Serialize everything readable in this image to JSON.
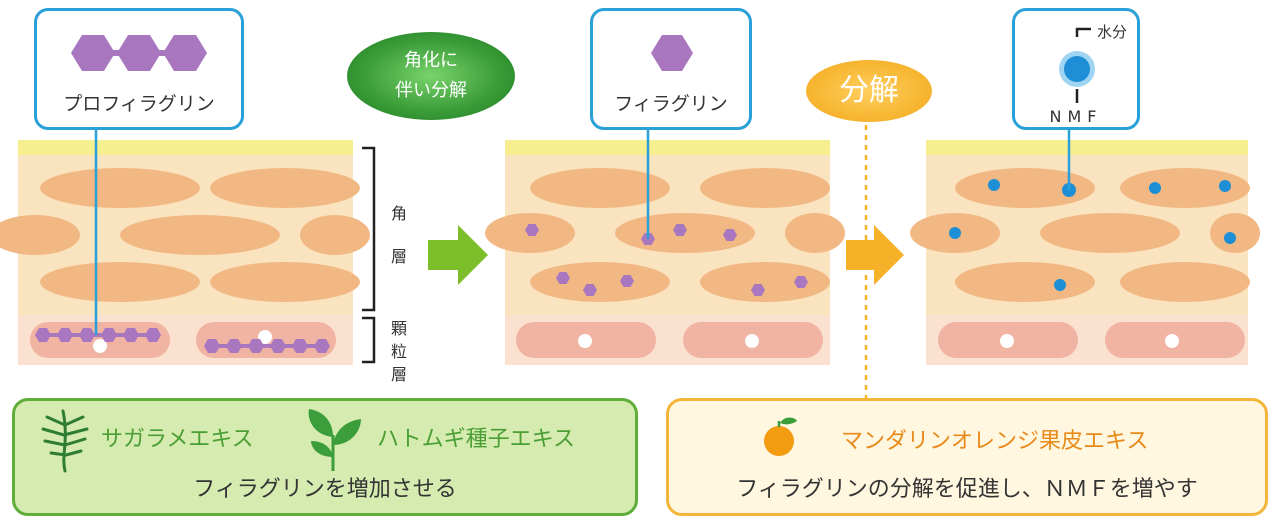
{
  "stage1": {
    "callout_label": "プロフィラグリン"
  },
  "stage2": {
    "callout_label": "フィラグリン"
  },
  "stage3": {
    "water_label": "水分",
    "nmf_label": "NMF"
  },
  "bubble_keratinization": {
    "line1": "角化に",
    "line2": "伴い分解"
  },
  "bubble_decomposition": {
    "label": "分解"
  },
  "layer_labels": {
    "stratum_corneum": [
      "角",
      "層"
    ],
    "granular_layer": [
      "顆",
      "粒",
      "層"
    ]
  },
  "green_panel": {
    "ingredient_1": "サガラメエキス",
    "ingredient_2": "ハトムギ種子エキス",
    "effect": "フィラグリンを増加させる",
    "icon_1": "seaweed-icon",
    "icon_2": "leaf-sprout-icon"
  },
  "orange_panel": {
    "ingredient": "マンダリンオレンジ果皮エキス",
    "effect": "フィラグリンの分解を促進し、ＮＭＦを増やす",
    "icon": "mandarin-orange-icon"
  },
  "colors": {
    "callout_border": "#2aa0d8",
    "filaggrin_purple": "#a977c0",
    "nmf_blue": "#1e8fd6",
    "skin_base": "#fae3bf",
    "cell_orange": "#f2b884",
    "granular_pink": "#f1b3a2",
    "surface_yellow": "#f7ee8f",
    "arrow_green": "#7dbf2b",
    "arrow_orange": "#f5b128"
  }
}
